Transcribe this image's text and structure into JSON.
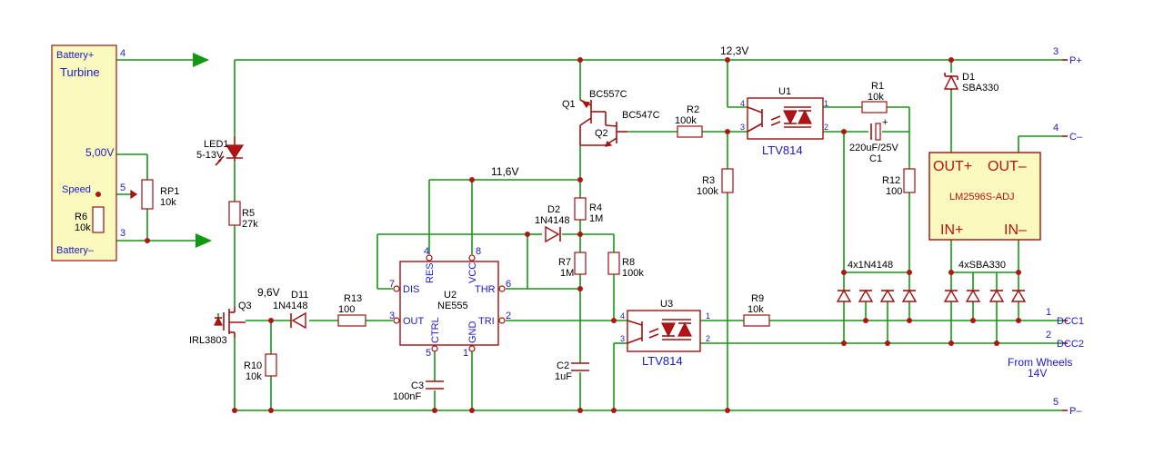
{
  "colors": {
    "wire": "#129912",
    "component": "#a01010",
    "box": "#fafabe",
    "pin_text": "#1a1ac8"
  },
  "turbine": {
    "title": "Turbine",
    "pin_battery_plus": "Battery+",
    "pin_speed": "Speed",
    "pin_battery_minus": "Battery–",
    "volt": "5,00V",
    "r6": "R6",
    "r6_val": "10k",
    "n4": "4",
    "n5": "5",
    "n3": "3"
  },
  "nets": {
    "v12_3": "12,3V",
    "v11_6": "11,6V",
    "v9_6": "9,6V"
  },
  "connectors": [
    {
      "num": "3",
      "name": "P+"
    },
    {
      "num": "4",
      "name": "C–"
    },
    {
      "num": "1",
      "name": "DCC1"
    },
    {
      "num": "2",
      "name": "DCC2"
    },
    {
      "num": "5",
      "name": "P–"
    }
  ],
  "from_wheels": {
    "line1": "From Wheels",
    "line2": "14V"
  },
  "parts": {
    "led1": "LED1",
    "led1_val": "5-13V",
    "rp1": "RP1",
    "rp1_val": "10k",
    "r5": "R5",
    "r5_val": "27k",
    "q3": "Q3",
    "q3_val": "IRL3803",
    "d11": "D11",
    "d11_val": "1N4148",
    "r13": "R13",
    "r13_val": "100",
    "r10": "R10",
    "r10_val": "10k",
    "c3": "C3",
    "c3_val": "100nF",
    "q1": "Q1",
    "q1_val": "BC557C",
    "q2": "Q2",
    "q2_val": "BC547C",
    "r2": "R2",
    "r2_val": "100k",
    "r3": "R3",
    "r3_val": "100k",
    "d2": "D2",
    "d2_val": "1N4148",
    "r4": "R4",
    "r4_val": "1M",
    "r7": "R7",
    "r7_val": "1M",
    "r8": "R8",
    "r8_val": "100k",
    "c2": "C2",
    "c2_val": "1uF",
    "r9": "R9",
    "r9_val": "10k",
    "r1": "R1",
    "r1_val": "10k",
    "c1": "C1",
    "c1_val": "220uF/25V",
    "r12": "R12",
    "r12_val": "100",
    "d1": "D1",
    "d1_val": "SBA330",
    "bridge1": "4x1N4148",
    "bridge2": "4xSBA330"
  },
  "u2": {
    "ref": "U2",
    "name": "NE555",
    "dis": "DIS",
    "res": "RES",
    "vcc": "VCC",
    "thr": "THR",
    "out": "OUT",
    "tri": "TRI",
    "ctrl": "CTRL",
    "gnd": "GND",
    "p7": "7",
    "p4": "4",
    "p8": "8",
    "p6": "6",
    "p3": "3",
    "p2": "2",
    "p5": "5",
    "p1": "1"
  },
  "u1": {
    "ref": "U1",
    "name": "LTV814",
    "p1": "1",
    "p2": "2",
    "p3": "3",
    "p4": "4"
  },
  "u3": {
    "ref": "U3",
    "name": "LTV814",
    "p1": "1",
    "p2": "2",
    "p3": "3",
    "p4": "4"
  },
  "reg": {
    "out_plus": "OUT+",
    "out_minus": "OUT–",
    "name": "LM2596S-ADJ",
    "in_plus": "IN+",
    "in_minus": "IN–"
  }
}
